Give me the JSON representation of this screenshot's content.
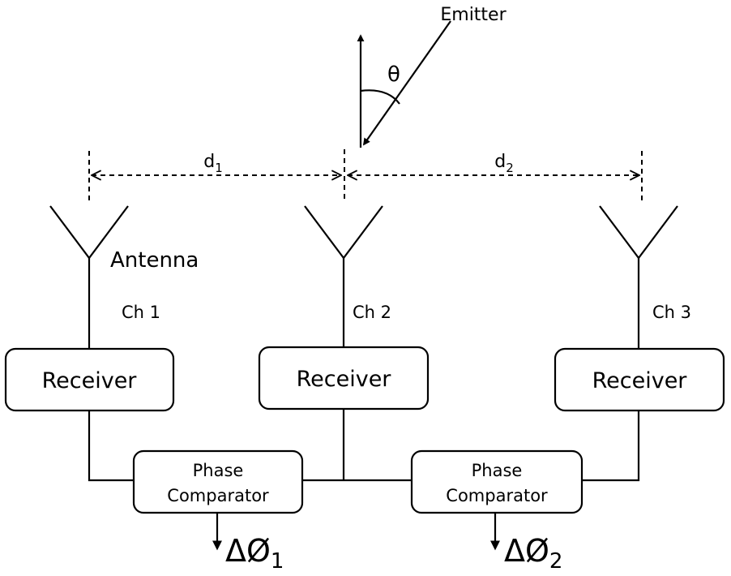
{
  "emitter": {
    "label": "Emitter",
    "angle": "θ"
  },
  "dimensions": [
    {
      "base": "d",
      "sub": "1"
    },
    {
      "base": "d",
      "sub": "2"
    }
  ],
  "antenna_label": "Antenna",
  "channels": [
    {
      "ch": "Ch 1",
      "receiver": "Receiver"
    },
    {
      "ch": "Ch 2",
      "receiver": "Receiver"
    },
    {
      "ch": "Ch 3",
      "receiver": "Receiver"
    }
  ],
  "comparators": [
    {
      "line1": "Phase",
      "line2": "Comparator",
      "output_base": "ΔØ",
      "output_sub": "1"
    },
    {
      "line1": "Phase",
      "line2": "Comparator",
      "output_base": "ΔØ",
      "output_sub": "2"
    }
  ]
}
